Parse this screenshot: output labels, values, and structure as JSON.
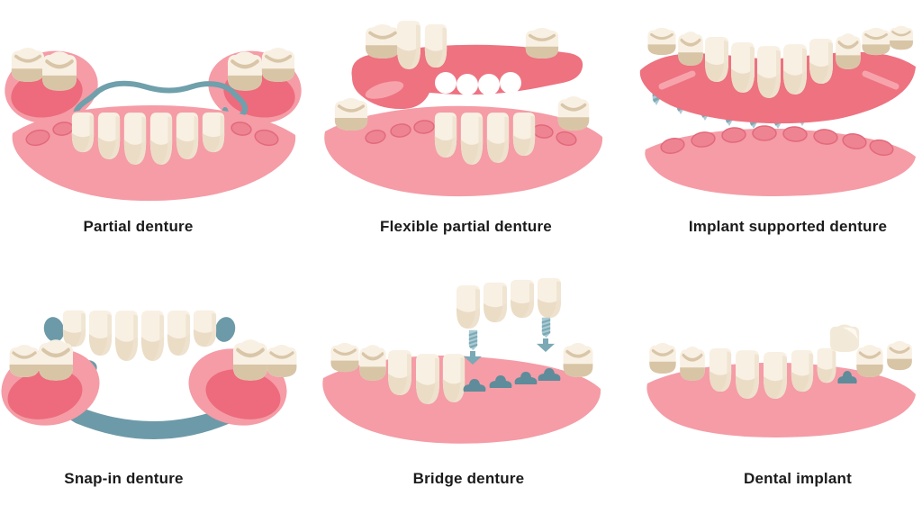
{
  "figure": {
    "background_color": "#FFFFFF",
    "text_color": "#1B1B1B",
    "colors": {
      "gum_light": "#F59CA6",
      "gum_dark": "#ED6B7C",
      "gum_bump": "#EE8492",
      "tooth_cream": "#F8F0E3",
      "tooth_shade": "#EBDCC5",
      "tooth_neck_tan": "#D8C5A6",
      "metal_wire_teal": "#6FA0AC",
      "framework_teal": "#6D9AA8",
      "implant_screw_light": "#AACBD4",
      "implant_screw_stripe": "#7BA9B5",
      "abutment_teal": "#5E8C9B"
    },
    "panels": [
      {
        "id": "partial-denture",
        "label": "Partial denture"
      },
      {
        "id": "flexible-partial-denture",
        "label": "Flexible partial denture"
      },
      {
        "id": "implant-supported-denture",
        "label": "Implant supported denture"
      },
      {
        "id": "snap-in-denture",
        "label": "Snap-in denture"
      },
      {
        "id": "bridge-denture",
        "label": "Bridge denture"
      },
      {
        "id": "dental-implant",
        "label": "Dental implant"
      }
    ]
  }
}
